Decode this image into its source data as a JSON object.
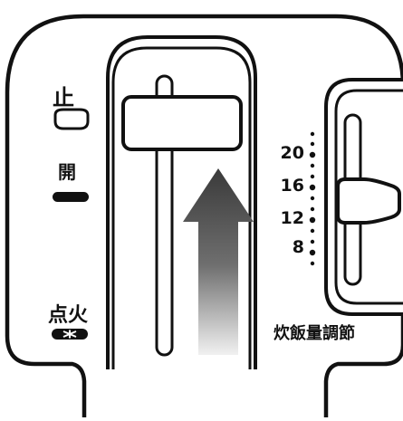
{
  "panel": {
    "left_labels": {
      "stop": "止",
      "open": "開",
      "ignite": "点火"
    },
    "rice_adjust": {
      "label": "炊飯量調節",
      "scale": [
        "20",
        "16",
        "12",
        "8"
      ]
    }
  },
  "icons": {
    "stop_mark": "stop-mark-icon",
    "open_mark": "open-mark-icon",
    "ignite_mark": "ignite-mark-icon",
    "direction_arrow": "up-arrow-icon"
  },
  "colors": {
    "line": "#111111",
    "background": "#ffffff",
    "arrow_dark": "#3a3a3a",
    "arrow_light": "#efefef"
  }
}
